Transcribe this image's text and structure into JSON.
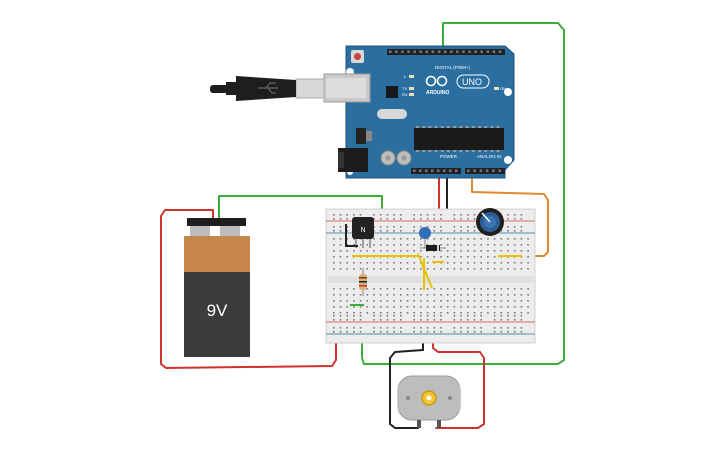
{
  "arduino": {
    "model": "UNO",
    "brand": "ARDUINO",
    "digital_label": "DIGITAL (PWM~)",
    "power_label": "POWER",
    "analog_label": "ANALOG IN",
    "led_labels": [
      "L",
      "TX",
      "RX"
    ],
    "on_label": "ON"
  },
  "battery": {
    "label": "9V"
  },
  "transistor": {
    "label": "N"
  },
  "colors": {
    "board": "#2a6fa0",
    "battery_top": "#c8874a",
    "battery_body": "#3c3c3c",
    "wire_red": "#d0312d",
    "wire_green": "#3aad3a",
    "wire_black": "#222222",
    "wire_orange": "#e08a2b",
    "wire_yellow": "#e8c200",
    "breadboard": "#ececec"
  }
}
